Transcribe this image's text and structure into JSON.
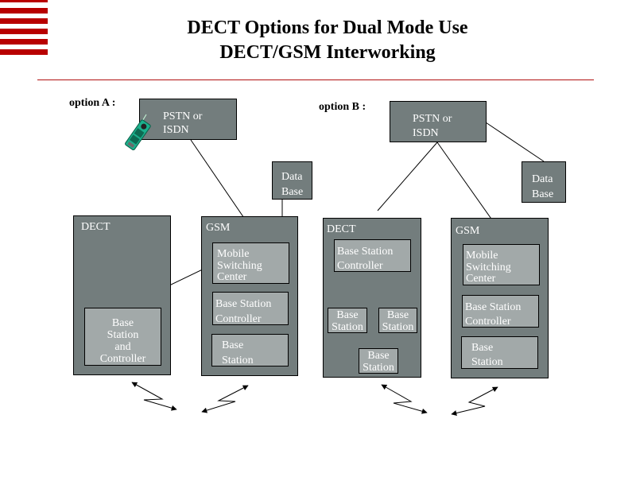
{
  "title": {
    "line1": "DECT Options for Dual Mode Use",
    "line2": "DECT/GSM Interworking"
  },
  "colors": {
    "stripe": "#b80000",
    "separator": "#b01010",
    "box_dark": "#737d7d",
    "box_light": "#a2a9a9",
    "box_text": "#ffffff"
  },
  "icons": {
    "mobile_phone": "mobile-phone-icon",
    "radio_link": "radio-link-arrow-icon"
  },
  "option_a": {
    "label": "option A :",
    "pstn": {
      "line1": "PSTN or",
      "line2": "ISDN"
    },
    "database": {
      "line1": "Data",
      "line2": "Base"
    },
    "dect": {
      "title": "DECT",
      "bsc": {
        "line1": "Base",
        "line2": "Station",
        "line3": "and",
        "line4": "Controller"
      }
    },
    "gsm": {
      "title": "GSM",
      "msc": {
        "line1": "Mobile",
        "line2": "Switching",
        "line3": "Center"
      },
      "bsc": {
        "line1": "Base Station",
        "line2": "Controller"
      },
      "bs": {
        "line1": "Base",
        "line2": "Station"
      }
    }
  },
  "option_b": {
    "label": "option B :",
    "pstn": {
      "line1": "PSTN or",
      "line2": "ISDN"
    },
    "database": {
      "line1": "Data",
      "line2": "Base"
    },
    "dect": {
      "title": "DECT",
      "bsc": {
        "line1": "Base Station",
        "line2": "Controller"
      },
      "base_stations": [
        {
          "line1": "Base",
          "line2": "Station"
        },
        {
          "line1": "Base",
          "line2": "Station"
        },
        {
          "line1": "Base",
          "line2": "Station"
        }
      ]
    },
    "gsm": {
      "title": "GSM",
      "msc": {
        "line1": "Mobile",
        "line2": "Switching",
        "line3": "Center"
      },
      "bsc": {
        "line1": "Base Station",
        "line2": "Controller"
      },
      "bs": {
        "line1": "Base",
        "line2": "Station"
      }
    }
  }
}
